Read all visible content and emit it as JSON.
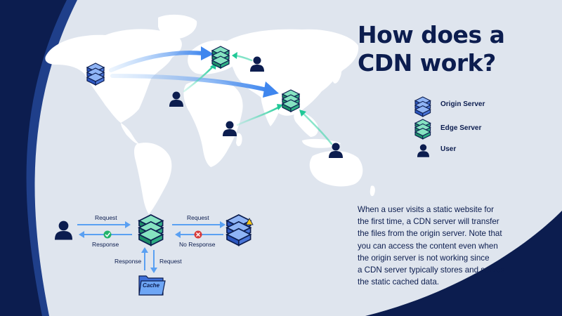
{
  "title": {
    "line1": "How does a",
    "line2": "CDN work?"
  },
  "legend": {
    "items": [
      {
        "label": "Origin Server",
        "icon": "origin-server-icon",
        "color": "#3e6fd8"
      },
      {
        "label": "Edge Server",
        "icon": "edge-server-icon",
        "color": "#25a780"
      },
      {
        "label": "User",
        "icon": "user-icon",
        "color": "#0c1d4f"
      }
    ]
  },
  "description": {
    "lines": [
      "When a user visits a static website for",
      "the first time, a CDN server will transfer",
      "the files from the origin server. Note that",
      "you can access the content even when",
      "the origin server is not working since",
      "a CDN server typically stores and serves",
      "the static cached data."
    ]
  },
  "flow": {
    "request_left": "Request",
    "response_left": "Response",
    "request_right": "Request",
    "no_response": "No Response",
    "response_down": "Response",
    "request_down": "Request",
    "cache_label": "Cache"
  },
  "colors": {
    "navy": "#0c1d4f",
    "background": "#dfe5ee",
    "map": "#ffffff",
    "origin_blue": "#3e6fd8",
    "edge_green": "#25a780",
    "request_arrow": "#5aa0f2",
    "user_arrow": "#2fd0a6",
    "success": "#22b36b",
    "error": "#d83a3a"
  }
}
